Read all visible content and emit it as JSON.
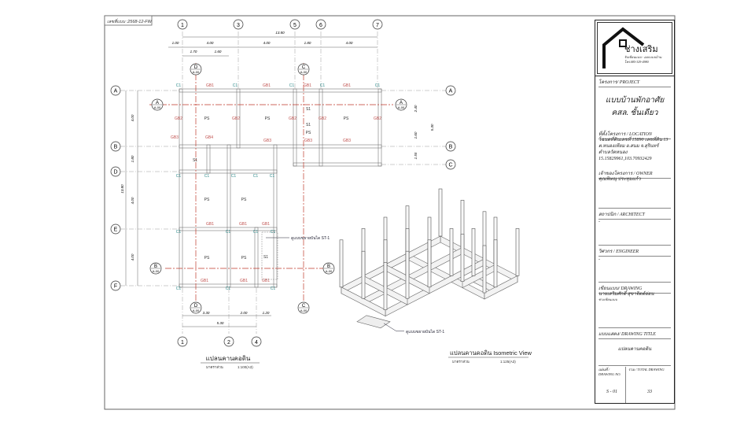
{
  "sheet": {
    "code": "เลขที่แบบ :2568-12-FW"
  },
  "plan": {
    "title": "แปลนคานคอดิน",
    "scale_label": "มาตราส่วน",
    "scale": "1:100(A3)",
    "grid_top": [
      "1",
      "3",
      "5",
      "6",
      "7"
    ],
    "grid_bottom": [
      "1",
      "2",
      "4"
    ],
    "grid_left": [
      "A",
      "B",
      "D",
      "E",
      "F"
    ],
    "grid_right": [
      "A",
      "B",
      "C"
    ],
    "dim_total_top": "13.80",
    "dims_top": [
      "1.00",
      "4.00",
      "4.00",
      "1.80",
      "4.00"
    ],
    "dims_top2": [
      "1.70",
      "1.60"
    ],
    "dims_left": [
      "4.00",
      "1.80",
      "4.00",
      "4.00"
    ],
    "dim_total_left": "13.80",
    "dims_right": [
      "2.40",
      "1.60",
      "1.55"
    ],
    "dim_total_right": "5.30",
    "dims_bottom": [
      "3.30",
      "2.00",
      "1.20"
    ],
    "dim_total_bottom": "5.30",
    "sections": [
      {
        "letter": "D",
        "ref": "A-00"
      },
      {
        "letter": "C",
        "ref": "A-00"
      },
      {
        "letter": "A",
        "ref": "A-00"
      },
      {
        "letter": "A",
        "ref": "A-00"
      },
      {
        "letter": "B",
        "ref": "A-00"
      },
      {
        "letter": "B",
        "ref": "A-00"
      },
      {
        "letter": "D",
        "ref": "A-00"
      },
      {
        "letter": "C",
        "ref": "A-00"
      }
    ],
    "labels": [
      "C1",
      "GB1",
      "C1",
      "GB1",
      "C1",
      "GB1",
      "C1",
      "GB1",
      "C1",
      "GB2",
      "GB2",
      "GB2",
      "GB2",
      "GB2",
      "PS",
      "PS",
      "PS",
      "PS",
      "S1",
      "GB3",
      "GB4",
      "GB3",
      "GB3",
      "GB3",
      "C1",
      "C1",
      "C1",
      "C1",
      "C1",
      "GB1",
      "GB1",
      "GB1",
      "PS",
      "PS",
      "PS",
      "PS",
      "C1",
      "C1",
      "C1",
      "C1",
      "GB1",
      "GB1",
      "GB1",
      "C1",
      "C1",
      "C1",
      "S1",
      "S1",
      "S1"
    ],
    "callout": "ดูแบบขยายบันได ST-1"
  },
  "iso": {
    "title": "แปลนคานคอดิน Isometric View",
    "scale_label": "มาตราส่วน",
    "scale": "1:125(A3)",
    "callout": "ดูแบบขยายบันได ST-1"
  },
  "titleblock": {
    "brand": "ช่างเสริม",
    "brand_sub": "รับเขียนแบบ - ออกแบบบ้าน",
    "brand_tel": "โทร.085-329-4980",
    "project_label": "โครงการ/ PROJECT",
    "project_line1": "แบบบ้านพักอาศัย",
    "project_line2": "คสล. ชั้นเดียว",
    "location_label": "ที่ตั้งโครงการ / LOCATION",
    "location": [
      "โฉนดที่ดินเลขที่ 15890 เลขที่ดิน 13",
      "ต.หนองเทียม อ.สนม จ.สุรินทร์",
      "ตำบลวัดหนอง",
      "15.15829961,103.70932429"
    ],
    "owner_label": "เจ้าของโครงการ / OWNER",
    "owner": "คุณพิษณุ ประทุมแก้ว",
    "architect_label": "สถาปนิก / ARCHITECT",
    "architect": "-",
    "engineer_label": "วิศวกร / ENGINEER",
    "engineer": "-",
    "drawing_label": "เขียนแบบ/ DRAWING",
    "drawer": "นายเสริมศักดิ์  สุขาจิตต์อ่อน",
    "drawer_sub": "ช่างเขียนแบบ",
    "dtitle_label": "แบบแสดง/ DRAWING TITLE",
    "dtitle": "แปลนคานคอดิน",
    "dno_label": "แผ่นที่ / DRAWING NO.",
    "total_label": "รวม / TOTAL DRAWING",
    "dno": "S - 01",
    "total": "33"
  },
  "colors": {
    "beam_label": "#c0504d",
    "column_label": "#2e8b8b",
    "axis": "#c0392b",
    "line": "#555555"
  }
}
